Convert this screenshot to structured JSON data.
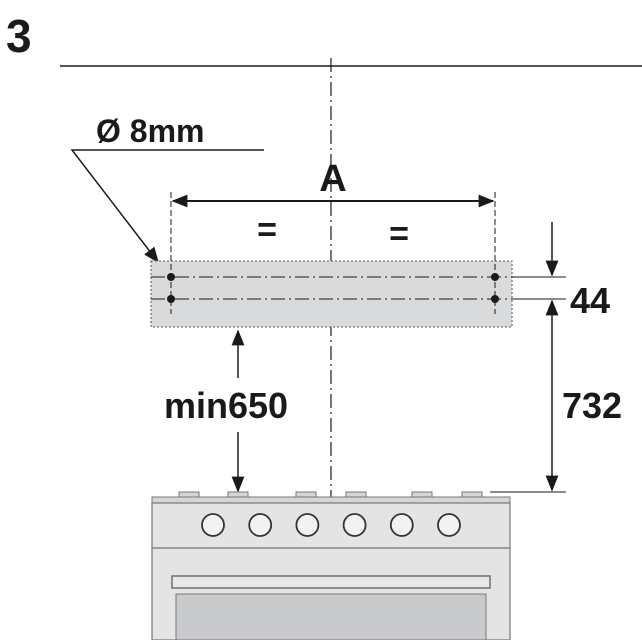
{
  "figure": {
    "step_number": "3",
    "hole_diameter_label": "Ø 8mm",
    "width_label": "A",
    "equal_left_label": "=",
    "equal_right_label": "=",
    "hole_spacing_label": "44",
    "bracket_height_label": "732",
    "min_clearance_label": "min650"
  },
  "colors": {
    "line": "#1a1a1a",
    "bracket_fill": "#d9dadc",
    "cooker_body": "#e4e4e4",
    "cooker_top": "#d6d6d6",
    "oven_window": "#c9cacc"
  },
  "stove": {
    "knob_count": 6
  }
}
